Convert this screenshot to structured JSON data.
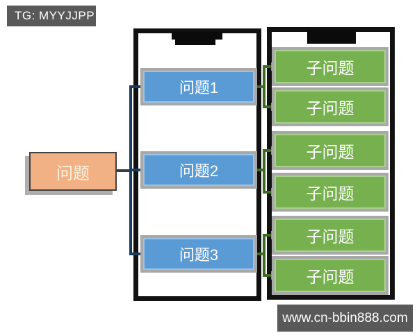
{
  "header": {
    "tg_label": "TG: MYYJJPP"
  },
  "footer": {
    "watermark": "www.cn-bbin888.com"
  },
  "diagram": {
    "root": {
      "label": "问题"
    },
    "problems": [
      {
        "label": "问题1"
      },
      {
        "label": "问题2"
      },
      {
        "label": "问题3"
      }
    ],
    "subproblems": [
      {
        "label": "子问题"
      },
      {
        "label": "子问题"
      },
      {
        "label": "子问题"
      },
      {
        "label": "子问题"
      },
      {
        "label": "子问题"
      },
      {
        "label": "子问题"
      }
    ],
    "links": [
      {
        "from": "问题",
        "to": "问题1"
      },
      {
        "from": "问题",
        "to": "问题2"
      },
      {
        "from": "问题",
        "to": "问题3"
      },
      {
        "from": "问题1",
        "to": "子问题 1"
      },
      {
        "from": "问题1",
        "to": "子问题 2"
      },
      {
        "from": "问题2",
        "to": "子问题 3"
      },
      {
        "from": "问题2",
        "to": "子问题 4"
      },
      {
        "from": "问题3",
        "to": "子问题 5"
      },
      {
        "from": "问题3",
        "to": "子问题 6"
      }
    ],
    "panels": [
      {
        "name": "problems-panel",
        "title_redacted": true
      },
      {
        "name": "subproblems-panel",
        "title_redacted": true
      }
    ],
    "colors": {
      "root_fill": "#F2B185",
      "problem_fill": "#5B9BD5",
      "subproblem_fill": "#77B14F",
      "connector_blue": "#1A3C5E",
      "connector_green": "#3E6B22",
      "badge_bg": "#595959",
      "panel_border": "#111111",
      "shadow": "#A8A8A8"
    }
  }
}
